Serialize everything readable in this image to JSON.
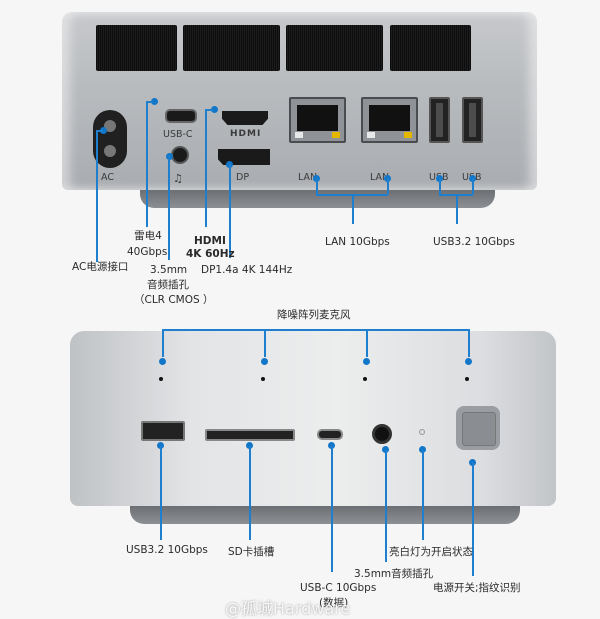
{
  "colors": {
    "accent_blue": "#1276c9",
    "device_silver": "#bdbfc2",
    "background": "#f6f6f6"
  },
  "back_panel": {
    "port_labels": {
      "ac": "AC",
      "usbc": "USB-C",
      "headphone_icon": "headphone-icon",
      "dp": "DP",
      "hdmi_logo": "HDMI",
      "lan1": "LAN",
      "lan2": "LAN",
      "usb1": "USB",
      "usb2": "USB"
    },
    "callouts": {
      "ac": "AC电源接口",
      "thunderbolt_line1": "雷电4",
      "thunderbolt_line2": "40Gbps",
      "audio_line1": "3.5mm",
      "audio_line2": "音频插孔",
      "audio_line3": "（CLR CMOS ）",
      "hdmi_line1": "HDMI",
      "hdmi_line2": "4K 60Hz",
      "dp": "DP1.4a 4K 144Hz",
      "lan": "LAN 10Gbps",
      "usb": "USB3.2 10Gbps"
    }
  },
  "front_panel": {
    "mic_title": "降噪阵列麦克风",
    "callouts": {
      "usb": "USB3.2 10Gbps",
      "sd": "SD卡插槽",
      "usbc_line1": "USB-C 10Gbps",
      "usbc_line2": "(数据)",
      "audio": "3.5mm音频插孔",
      "led": "亮白灯为开启状态",
      "power": "电源开关;指纹识别"
    }
  },
  "watermark": "@孤城Hardware"
}
